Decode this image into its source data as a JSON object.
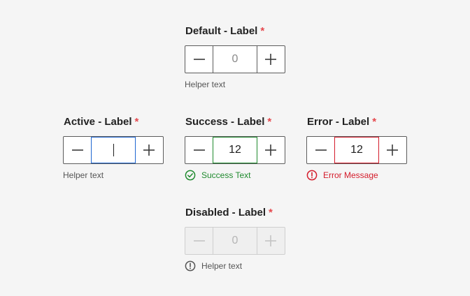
{
  "fields": {
    "default": {
      "label": "Default - Label",
      "required_mark": "*",
      "value": "0",
      "helper": "Helper text",
      "decrement_icon": "minus-icon",
      "increment_icon": "plus-icon"
    },
    "active": {
      "label": "Active - Label",
      "required_mark": "*",
      "value": "",
      "helper": "Helper text",
      "decrement_icon": "minus-icon",
      "increment_icon": "plus-icon"
    },
    "success": {
      "label": "Success - Label",
      "required_mark": "*",
      "value": "12",
      "helper": "Success Text",
      "helper_icon": "check-circle-icon",
      "decrement_icon": "minus-icon",
      "increment_icon": "plus-icon"
    },
    "error": {
      "label": "Error - Label",
      "required_mark": "*",
      "value": "12",
      "helper": "Error Message",
      "helper_icon": "alert-circle-icon",
      "decrement_icon": "minus-icon",
      "increment_icon": "plus-icon"
    },
    "disabled": {
      "label": "Disabled - Label",
      "required_mark": "*",
      "value": "0",
      "helper": "Helper text",
      "helper_icon": "info-circle-icon",
      "decrement_icon": "minus-icon",
      "increment_icon": "plus-icon"
    }
  },
  "colors": {
    "background": "#f5f5f5",
    "required": "#e5484d",
    "active_border": "#1f66d1",
    "success": "#1f8a2e",
    "error": "#d41c2b",
    "disabled": "#b5b5b5"
  }
}
